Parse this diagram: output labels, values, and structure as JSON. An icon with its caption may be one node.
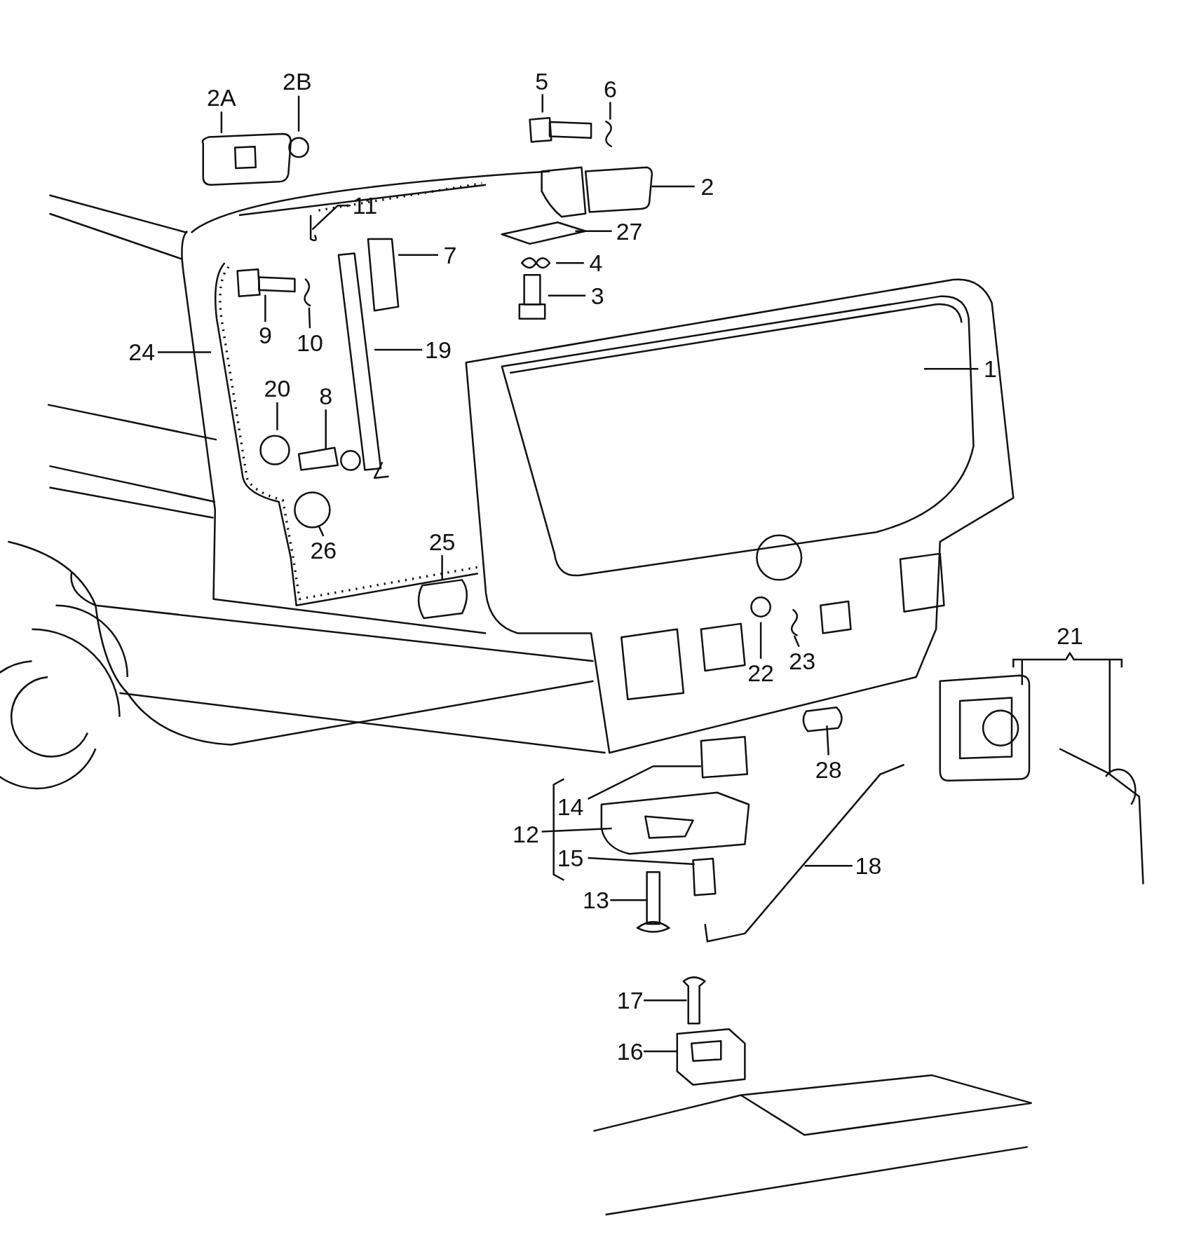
{
  "diagram": {
    "nodes": [
      {
        "text": [
          "2A"
        ]
      },
      {
        "text": [
          "2B"
        ]
      },
      {
        "text": [
          "5"
        ]
      },
      {
        "text": [
          "6"
        ]
      },
      {
        "text": [
          "2"
        ]
      },
      {
        "text": [
          "11"
        ]
      },
      {
        "text": [
          "7"
        ]
      },
      {
        "text": [
          "27"
        ]
      },
      {
        "text": [
          "4"
        ]
      },
      {
        "text": [
          "3"
        ]
      },
      {
        "text": [
          "9"
        ]
      },
      {
        "text": [
          "10"
        ]
      },
      {
        "text": [
          "19"
        ]
      },
      {
        "text": [
          "24"
        ]
      },
      {
        "text": [
          "1"
        ]
      },
      {
        "text": [
          "20"
        ]
      },
      {
        "text": [
          "8"
        ]
      },
      {
        "text": [
          "26"
        ]
      },
      {
        "text": [
          "25"
        ]
      },
      {
        "text": [
          "22"
        ]
      },
      {
        "text": [
          "23"
        ]
      },
      {
        "text": [
          "21"
        ]
      },
      {
        "text": [
          "28"
        ]
      },
      {
        "text": [
          "14"
        ]
      },
      {
        "text": [
          "12"
        ]
      },
      {
        "text": [
          "15"
        ]
      },
      {
        "text": [
          "13"
        ]
      },
      {
        "text": [
          "18"
        ]
      },
      {
        "text": [
          "17"
        ]
      },
      {
        "text": [
          "16"
        ]
      }
    ],
    "edges": [
      {
        "from": 0,
        "to": null,
        "arrow": "none"
      },
      {
        "from": 1,
        "to": null,
        "arrow": "none"
      },
      {
        "from": 2,
        "to": null,
        "arrow": "none"
      },
      {
        "from": 3,
        "to": null,
        "arrow": "none"
      },
      {
        "from": 4,
        "to": null,
        "arrow": "none"
      },
      {
        "from": 5,
        "to": null,
        "arrow": "none"
      },
      {
        "from": 6,
        "to": null,
        "arrow": "none"
      },
      {
        "from": 7,
        "to": null,
        "arrow": "none"
      },
      {
        "from": 8,
        "to": null,
        "arrow": "none"
      },
      {
        "from": 9,
        "to": null,
        "arrow": "none"
      },
      {
        "from": 10,
        "to": null,
        "arrow": "none"
      },
      {
        "from": 11,
        "to": null,
        "arrow": "none"
      },
      {
        "from": 12,
        "to": null,
        "arrow": "none"
      },
      {
        "from": 13,
        "to": null,
        "arrow": "none"
      },
      {
        "from": 14,
        "to": null,
        "arrow": "none"
      },
      {
        "from": 15,
        "to": null,
        "arrow": "none"
      },
      {
        "from": 16,
        "to": null,
        "arrow": "none"
      },
      {
        "from": 17,
        "to": null,
        "arrow": "none"
      },
      {
        "from": 18,
        "to": null,
        "arrow": "none"
      },
      {
        "from": 19,
        "to": null,
        "arrow": "none"
      },
      {
        "from": 20,
        "to": null,
        "arrow": "none"
      },
      {
        "from": 21,
        "to": null,
        "arrow": "none"
      },
      {
        "from": 21,
        "to": null,
        "arrow": "none"
      },
      {
        "from": 22,
        "to": null,
        "arrow": "none"
      },
      {
        "from": 23,
        "to": null,
        "arrow": "none"
      },
      {
        "from": 24,
        "to": null,
        "arrow": "none"
      },
      {
        "from": 25,
        "to": null,
        "arrow": "none"
      },
      {
        "from": 26,
        "to": null,
        "arrow": "none"
      },
      {
        "from": 27,
        "to": null,
        "arrow": "none"
      },
      {
        "from": 28,
        "to": null,
        "arrow": "none"
      },
      {
        "from": 29,
        "to": null,
        "arrow": "none"
      }
    ]
  }
}
